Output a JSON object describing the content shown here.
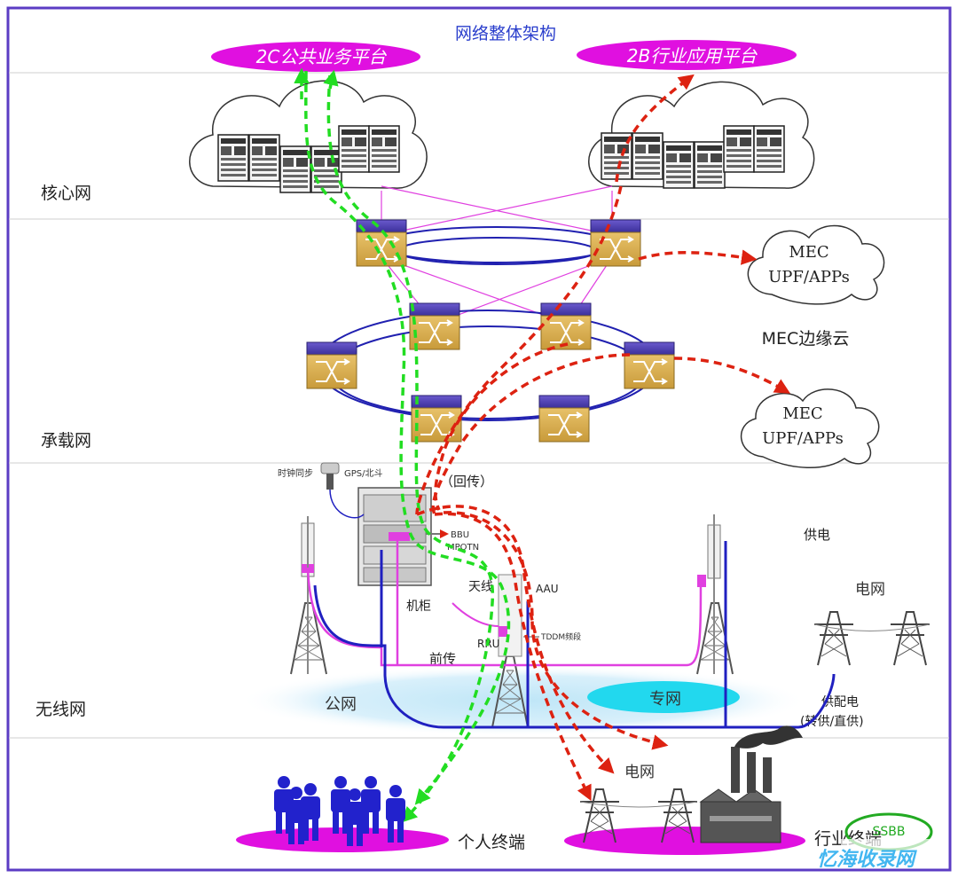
{
  "title": "网络整体架构",
  "platforms": {
    "to_c": "2C公共业务平台",
    "to_b": "2B行业应用平台"
  },
  "layers": {
    "core": "核心网",
    "bearer": "承载网",
    "wireless": "无线网"
  },
  "mec": {
    "cloud_1_line_1": "MEC",
    "cloud_1_line_2": "UPF/APPs",
    "edge_cloud": "MEC边缘云",
    "cloud_2_line_1": "MEC",
    "cloud_2_line_2": "UPF/APPs"
  },
  "wireless_labels": {
    "clock_sync": "时钟同步",
    "gps": "GPS/北斗",
    "backhaul": "（回传）",
    "bbu": "BBU",
    "mpotn": "MPOTN",
    "cabinet": "机柜",
    "antenna": "天线",
    "aau": "AAU",
    "rru": "RRU",
    "tdd_band": "TDDM频段",
    "fronthaul": "前传",
    "power_supply": "供电",
    "power_grid": "电网",
    "public_network": "公网",
    "private_network": "专网",
    "power_distribution": "供配电",
    "power_distribution_note": "(转供/直供)"
  },
  "terminals": {
    "personal": "个人终端",
    "industry": "行业终端",
    "grid": "电网"
  },
  "watermark": {
    "badge": "SSBB",
    "brand": "忆海收录网"
  },
  "colors": {
    "frame": "#5b3cc4",
    "platform_fill": "#e010e0",
    "green_flow": "#22dd22",
    "red_flow": "#dd2211",
    "ring_blue": "#2020b0",
    "magenta_link": "#e040e0",
    "fiber_blue": "#2020c0",
    "private_fill": "#22d8ee",
    "people": "#2222cc"
  }
}
